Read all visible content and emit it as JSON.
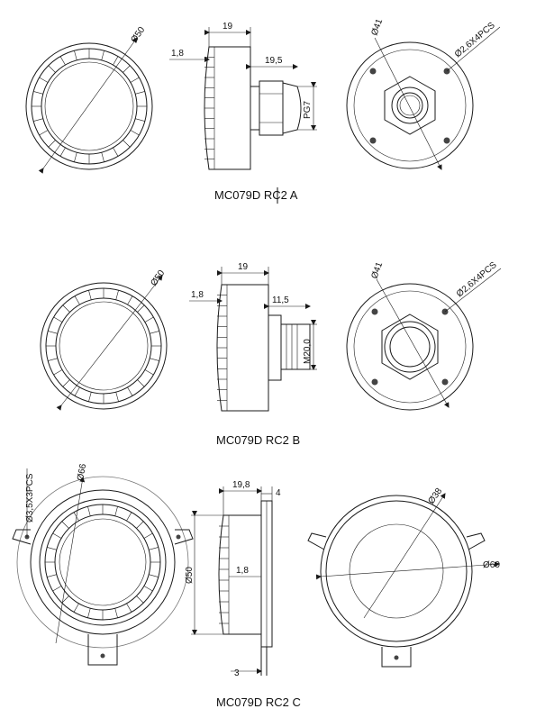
{
  "views": {
    "a": {
      "caption": "MC079D RC2 A",
      "front_dia": "Ø50",
      "side_len": "19",
      "side_flange": "1,8",
      "side_gland": "19,5",
      "side_thread": "PG7",
      "rear_dia": "Ø41",
      "rear_holes": "Ø2,6X4PCS"
    },
    "b": {
      "caption": "MC079D RC2 B",
      "front_dia": "Ø50",
      "side_len": "19",
      "side_flange": "1,8",
      "side_thread_len": "11,5",
      "side_thread": "M20,0",
      "rear_dia": "Ø41",
      "rear_holes": "Ø2,6X4PCS"
    },
    "c": {
      "caption": "MC079D RC2 C",
      "front_holes": "Ø3,5X3PCS",
      "front_dia": "Ø66",
      "side_len": "19,8",
      "side_plate": "4",
      "side_dia": "Ø50",
      "side_flange": "1,8",
      "side_foot": "3",
      "rear_inner": "Ø38",
      "rear_outer": "Ø60"
    }
  }
}
